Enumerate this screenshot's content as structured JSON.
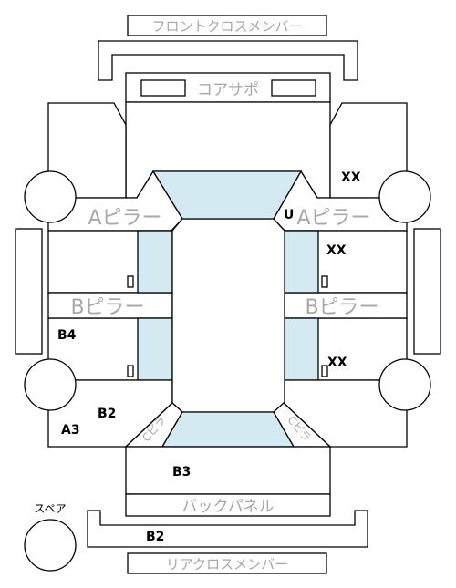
{
  "labels": {
    "front_cross_member": "フロントクロスメンバー",
    "core_support": "コアサポ",
    "a_pillar_left": "Aピラー",
    "a_pillar_right": "Aピラー",
    "b_pillar_left": "Bピラー",
    "b_pillar_right": "Bピラー",
    "back_panel": "バックパネル",
    "rear_cross_member": "リアクロスメンバー",
    "spare": "スペア",
    "c_pillar_left": "Cピラ",
    "c_pillar_right": "Cピラ"
  },
  "damage_codes": {
    "front_right": "XX",
    "a_pillar_right": "U",
    "right_front_door": "XX",
    "right_rear_door": "XX",
    "left_rear_door": "B4",
    "rear_left_inner": "B2",
    "rear_left_quarter": "A3",
    "trunk": "B3",
    "rear_cross_member": "B2"
  },
  "colors": {
    "glass": "#d4eaf2",
    "outline": "#000000",
    "label_grey": "#a8a8a8"
  }
}
